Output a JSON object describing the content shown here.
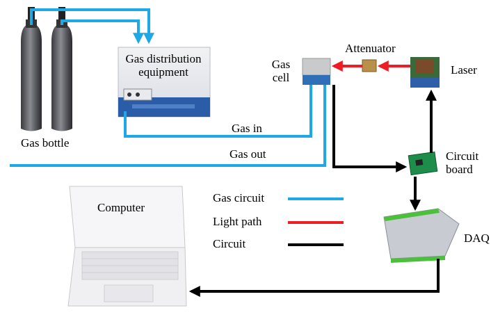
{
  "labels": {
    "gas_bottle": "Gas bottle",
    "gas_distribution_1": "Gas distribution",
    "gas_distribution_2": "equipment",
    "gas_cell_1": "Gas",
    "gas_cell_2": "cell",
    "attenuator": "Attenuator",
    "laser": "Laser",
    "gas_in": "Gas in",
    "gas_out": "Gas out",
    "circuit_board_1": "Circuit",
    "circuit_board_2": "board",
    "daq": "DAQ",
    "computer": "Computer"
  },
  "legend": [
    {
      "label": "Gas circuit",
      "color": "#1fa8e6"
    },
    {
      "label": "Light path",
      "color": "#ee1c24"
    },
    {
      "label": "Circuit",
      "color": "#000000"
    }
  ],
  "colors": {
    "gas": "#1fa8e6",
    "light": "#ee1c24",
    "circuit": "#000000"
  }
}
